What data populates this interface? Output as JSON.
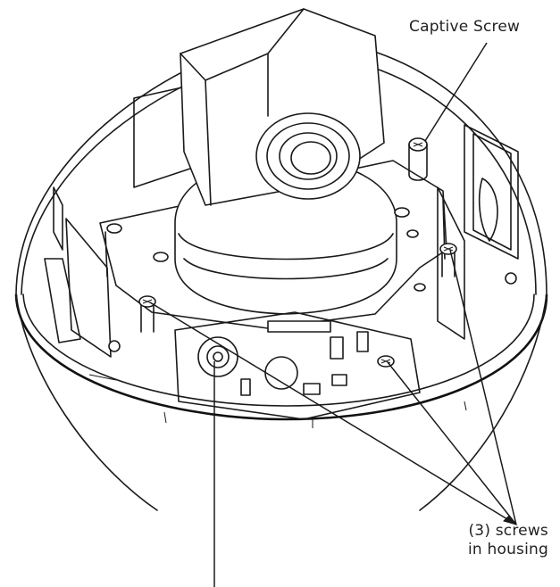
{
  "labels": {
    "captive_screw": "Captive Screw",
    "screws_line1": "(3) screws",
    "screws_line2": "in housing"
  }
}
